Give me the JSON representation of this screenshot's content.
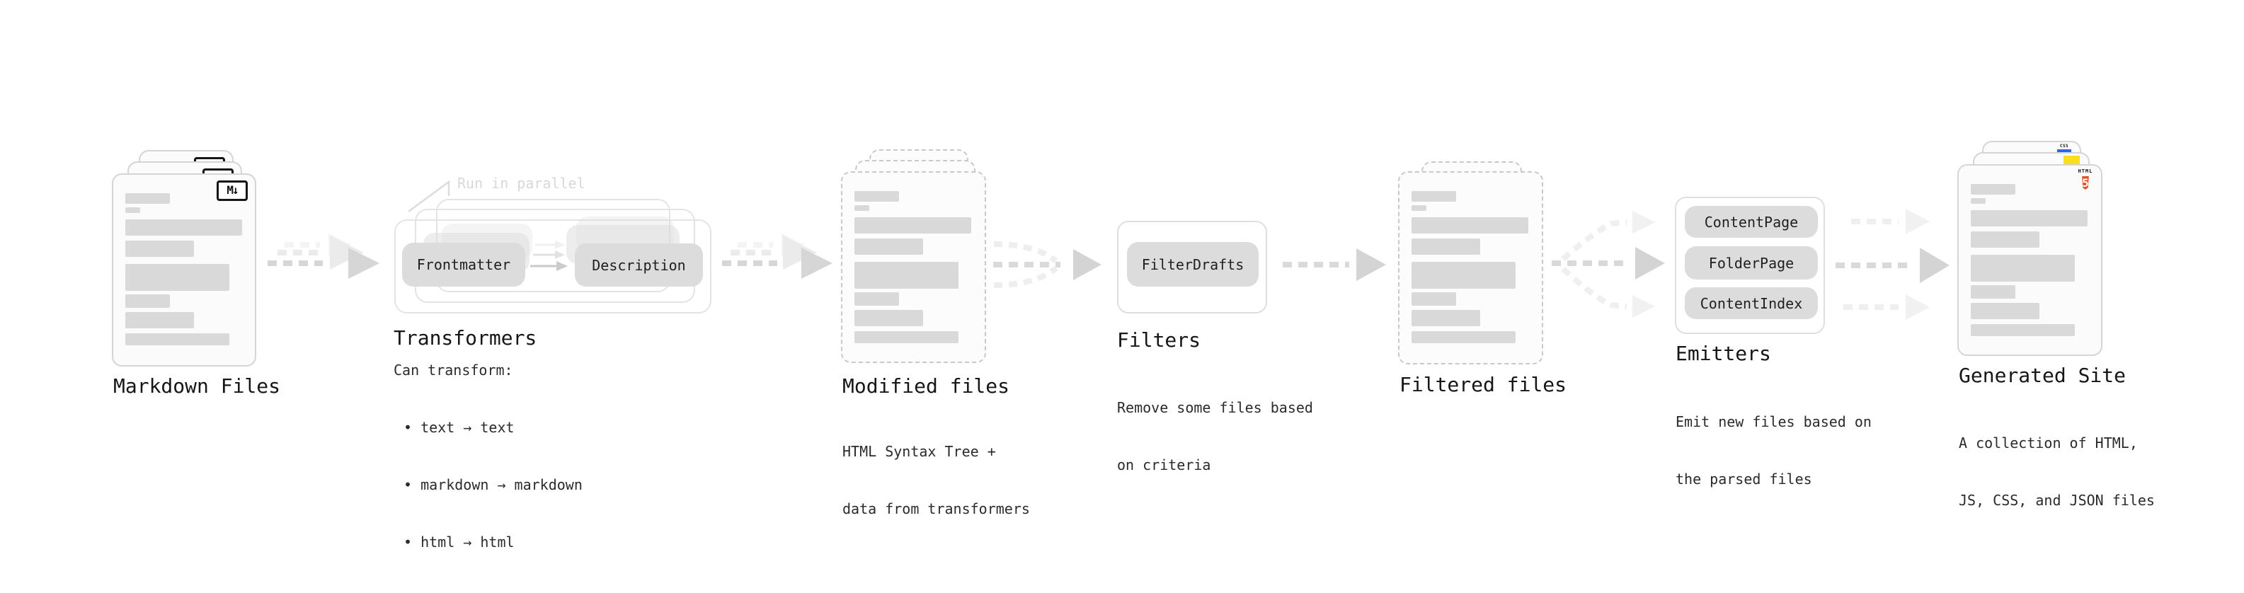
{
  "diagram": {
    "stages": {
      "markdown_files": {
        "heading": "Markdown Files",
        "badge": "M↓"
      },
      "transformers": {
        "heading": "Transformers",
        "note": "Run in parallel",
        "step1": "Frontmatter",
        "step2": "Description",
        "desc_title": "Can transform:",
        "bullet1": "• text → text",
        "bullet2": "• markdown → markdown",
        "bullet3": "• html → html"
      },
      "modified_files": {
        "heading": "Modified files",
        "desc_line1": "HTML Syntax Tree +",
        "desc_line2": "data from transformers"
      },
      "filters": {
        "heading": "Filters",
        "step1": "FilterDrafts",
        "desc_line1": "Remove some files based",
        "desc_line2": "on criteria"
      },
      "filtered_files": {
        "heading": "Filtered files"
      },
      "emitters": {
        "heading": "Emitters",
        "step1": "ContentPage",
        "step2": "FolderPage",
        "step3": "ContentIndex",
        "desc_line1": "Emit new files based on",
        "desc_line2": "the parsed files"
      },
      "generated_site": {
        "heading": "Generated Site",
        "desc_line1": "A collection of HTML,",
        "desc_line2": "JS, CSS, and JSON files",
        "badges": {
          "html_label": "HTML",
          "html_number": "5",
          "css_label": "CSS"
        }
      }
    },
    "colors": {
      "html5_orange": "#e34f26",
      "js_yellow": "#f7df1e",
      "css_blue": "#2965f1",
      "arrow_dark": "#d6d6d6",
      "arrow_light": "#ececec"
    }
  }
}
